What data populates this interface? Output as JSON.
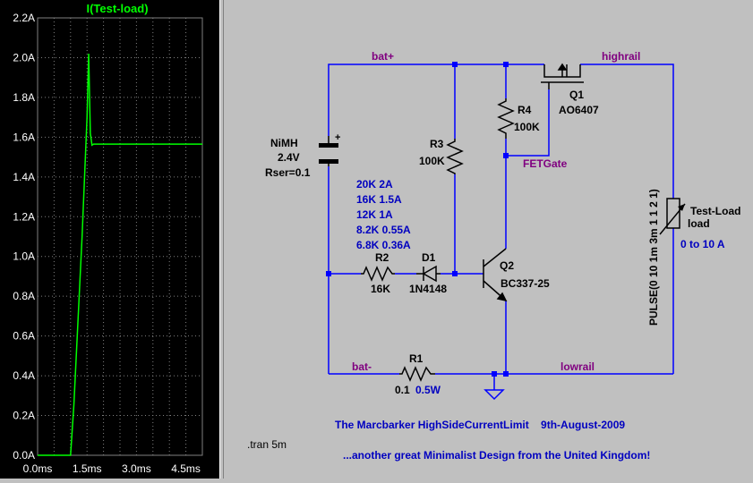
{
  "waveform": {
    "trace_label": "I(Test-load)",
    "trace_color": "#00ff00",
    "y_ticks": [
      "2.2A",
      "2.0A",
      "1.8A",
      "1.6A",
      "1.4A",
      "1.2A",
      "1.0A",
      "0.8A",
      "0.6A",
      "0.4A",
      "0.2A",
      "0.0A"
    ],
    "x_ticks": [
      "0.0ms",
      "1.5ms",
      "3.0ms",
      "4.5ms"
    ]
  },
  "chart_data": {
    "type": "line",
    "title": "I(Test-load)",
    "xlabel": "",
    "ylabel": "",
    "x_unit": "ms",
    "y_unit": "A",
    "xlim": [
      0,
      5.0
    ],
    "ylim": [
      0,
      2.2
    ],
    "grid": true,
    "series": [
      {
        "name": "I(Test-load)",
        "color": "#00ff00",
        "x": [
          0,
          1.0,
          1.1,
          1.35,
          1.5,
          1.55,
          1.6,
          1.65,
          1.7,
          5.0
        ],
        "y": [
          0,
          0,
          0.25,
          1.1,
          1.7,
          2.02,
          1.62,
          1.56,
          1.565,
          1.565
        ]
      }
    ]
  },
  "schematic": {
    "nets": {
      "bat_plus": "bat+",
      "bat_minus": "bat-",
      "highrail": "highrail",
      "lowrail": "lowrail",
      "fetgate": "FETGate"
    },
    "battery": {
      "name": "NiMH",
      "value": "2.4V",
      "rser": "Rser=0.1"
    },
    "q1": {
      "name": "Q1",
      "part": "AO6407"
    },
    "r4": {
      "name": "R4",
      "value": "100K"
    },
    "r3": {
      "name": "R3",
      "value": "100K"
    },
    "r2": {
      "name": "R2",
      "value": "16K"
    },
    "d1": {
      "name": "D1",
      "part": "1N4148"
    },
    "q2": {
      "name": "Q2",
      "part": "BC337-25"
    },
    "r1": {
      "name": "R1",
      "value": "0.1",
      "rating": "0.5W"
    },
    "load": {
      "name": "Test-Load",
      "type": "load",
      "range": "0 to 10 A",
      "source": "PULSE(0 10 1m 3m 1 1 2 1)"
    },
    "notes": [
      "20K 2A",
      "16K 1.5A",
      "12K 1A",
      "8.2K 0.55A",
      "6.8K 0.36A"
    ],
    "title_line": "The Marcbarker HighSideCurrentLimit    9th-August-2009",
    "tagline": "...another great Minimalist Design from the United Kingdom!",
    "directive": ".tran 5m"
  },
  "colors": {
    "wire": "#0000ff",
    "component": "#000000",
    "net_label": "#800080",
    "note": "#0000c0",
    "grid": "#808080",
    "axis_text": "#ffffff"
  }
}
